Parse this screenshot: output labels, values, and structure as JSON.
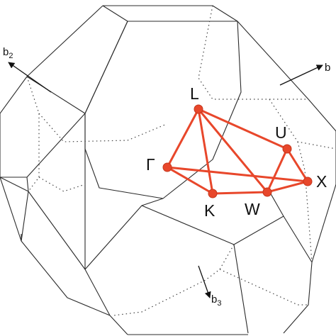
{
  "points": [
    {
      "id": "Gamma",
      "label": "Γ"
    },
    {
      "id": "L",
      "label": "L"
    },
    {
      "id": "K",
      "label": "K"
    },
    {
      "id": "W",
      "label": "W"
    },
    {
      "id": "U",
      "label": "U"
    },
    {
      "id": "X",
      "label": "X"
    }
  ],
  "vectors": {
    "b1": {
      "base": "b",
      "sub": ""
    },
    "b2": {
      "base": "b",
      "sub": "2"
    },
    "b3": {
      "base": "b",
      "sub": "3"
    }
  },
  "colors": {
    "path": "#e8472b",
    "edges": "#2b2b2b"
  }
}
